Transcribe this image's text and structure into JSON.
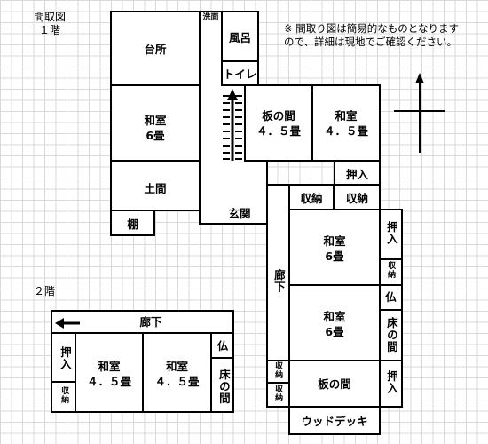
{
  "header": {
    "title": "間取図",
    "floor1": "１階",
    "floor2": "２階"
  },
  "note": "※ 間取り図は簡易的なものとなります\nので、詳細は現地でご確認ください。",
  "compass": "north-arrow-icon",
  "floor1": {
    "washroom": "洗面",
    "bath": "風呂",
    "kitchen": "台所",
    "toilet": "トイレ",
    "washitsu6": "和室\n6畳",
    "itanoma": "板の間\n４．５畳",
    "washitsu45": "和室\n４．５畳",
    "doma": "土間",
    "oshiire_top": "押入",
    "shuno_a": "収納",
    "shuno_b": "収納",
    "genkan": "玄関",
    "tana": "棚",
    "washitsu6_b": "和室\n6畳",
    "oshiire_r": "押入",
    "shuno_r": "収納",
    "roka": "廊下",
    "washitsu6_c": "和室\n6畳",
    "butsudan": "仏",
    "tokonoma": "床の間",
    "shuno_l1": "収納",
    "shuno_l2": "収納",
    "itanoma_b": "板の間",
    "oshiire_br": "押入",
    "deck": "ウッドデッキ"
  },
  "floor2": {
    "roka": "廊下",
    "oshiire": "押入",
    "shuno": "収納",
    "washitsu_a": "和室\n４．５畳",
    "washitsu_b": "和室\n４．５畳",
    "butsudan": "仏",
    "tokonoma": "床の間"
  }
}
